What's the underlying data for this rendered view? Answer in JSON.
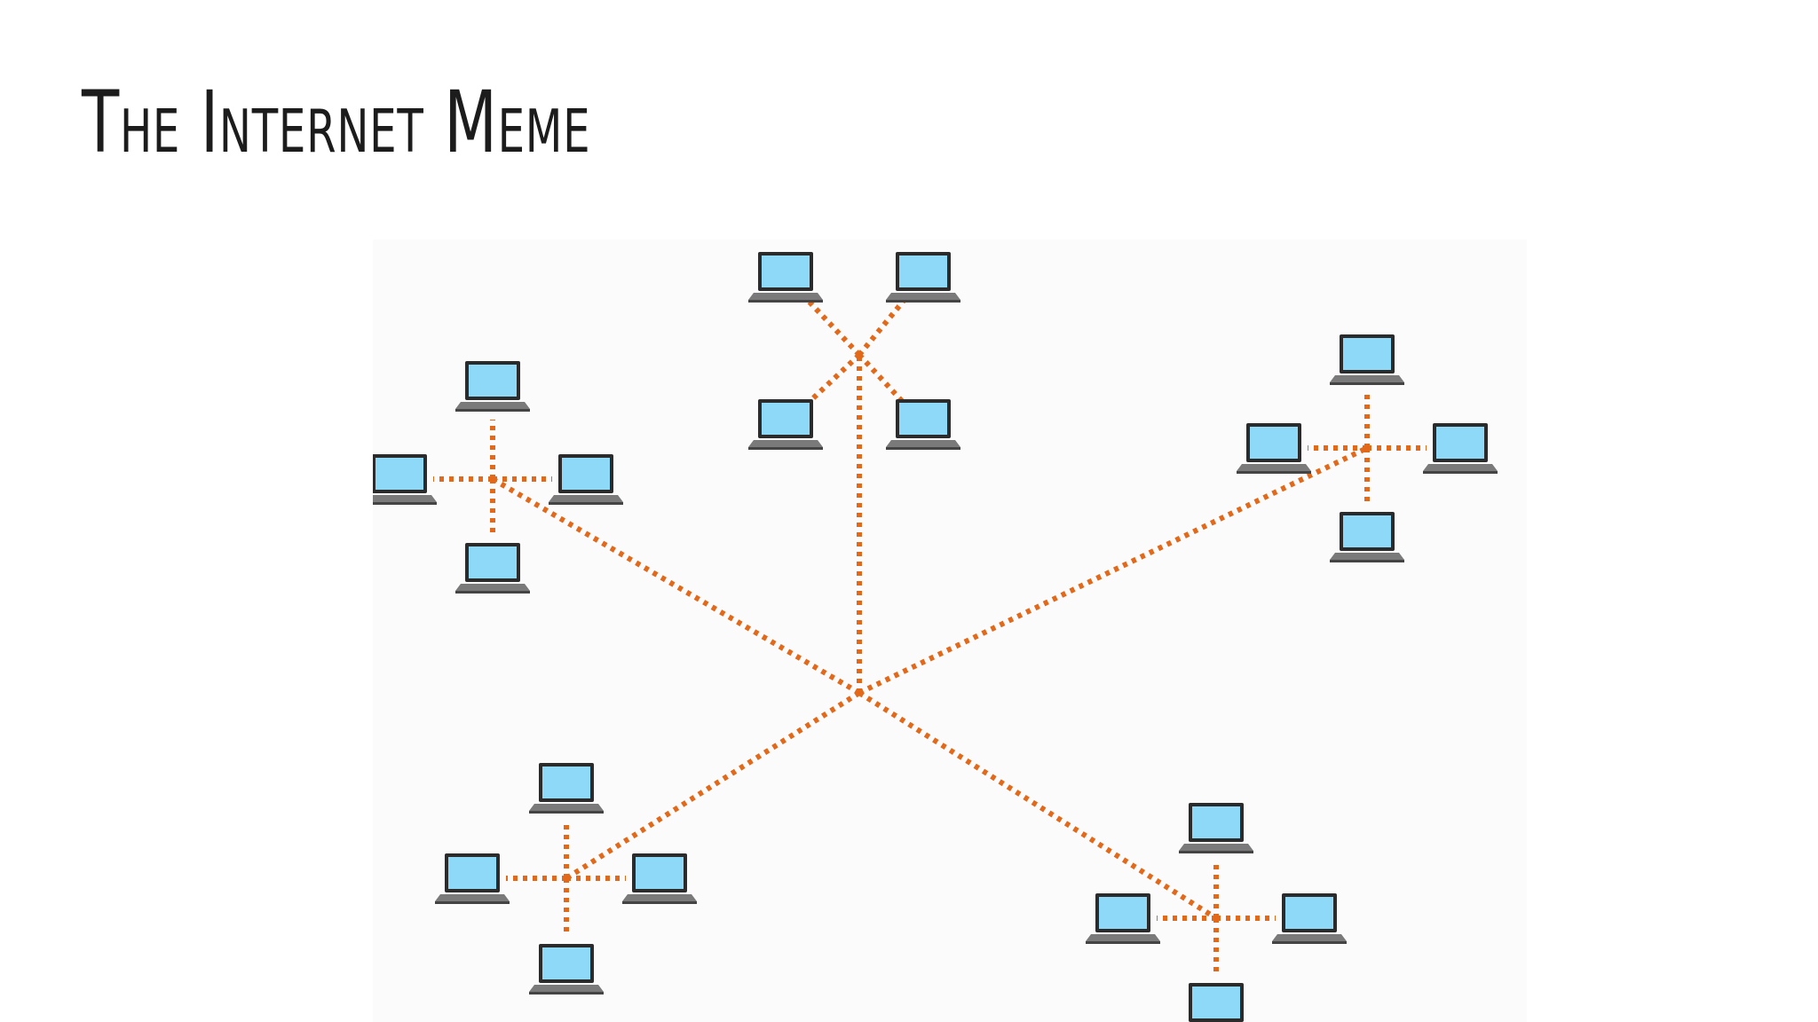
{
  "slide": {
    "title": "The Internet Meme"
  },
  "diagram": {
    "link_color": "#e2691a",
    "screen_color": "#8ed8f8",
    "laptop_color": "#2b2b2b",
    "clusters": [
      {
        "name": "top",
        "laptops": 4
      },
      {
        "name": "left",
        "laptops": 4
      },
      {
        "name": "right",
        "laptops": 4
      },
      {
        "name": "bottom-left",
        "laptops": 4
      },
      {
        "name": "bottom-right",
        "laptops": 4
      }
    ]
  }
}
